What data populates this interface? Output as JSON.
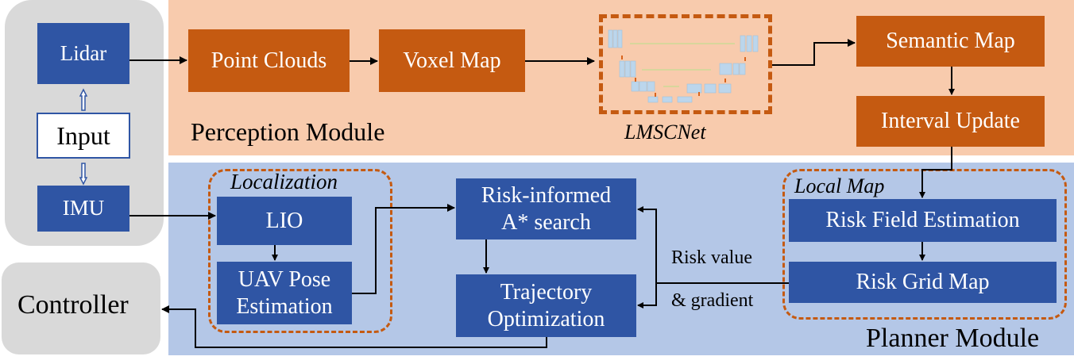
{
  "input_group": {
    "lidar": "Lidar",
    "input": "Input",
    "imu": "IMU"
  },
  "controller": "Controller",
  "perception": {
    "title": "Perception Module",
    "point_clouds": "Point Clouds",
    "voxel_map": "Voxel Map",
    "network_label": "LMSCNet",
    "semantic_map": "Semantic Map",
    "interval_update": "Interval Update"
  },
  "planner": {
    "title": "Planner Module",
    "localization": {
      "title": "Localization",
      "lio": "LIO",
      "pose_line1": "UAV Pose",
      "pose_line2": "Estimation"
    },
    "search_line1": "Risk-informed",
    "search_line2": "A* search",
    "traj_line1": "Trajectory",
    "traj_line2": "Optimization",
    "risk_value": "Risk value",
    "gradient": "& gradient",
    "local_map": {
      "title": "Local Map",
      "risk_field": "Risk Field Estimation",
      "risk_grid": "Risk Grid Map"
    }
  },
  "colors": {
    "blue_box": "#2f55a4",
    "orange_box": "#c55a11",
    "perception_bg": "#f8cbad",
    "planner_bg": "#b4c7e7",
    "input_bg": "#d9d9d9"
  }
}
